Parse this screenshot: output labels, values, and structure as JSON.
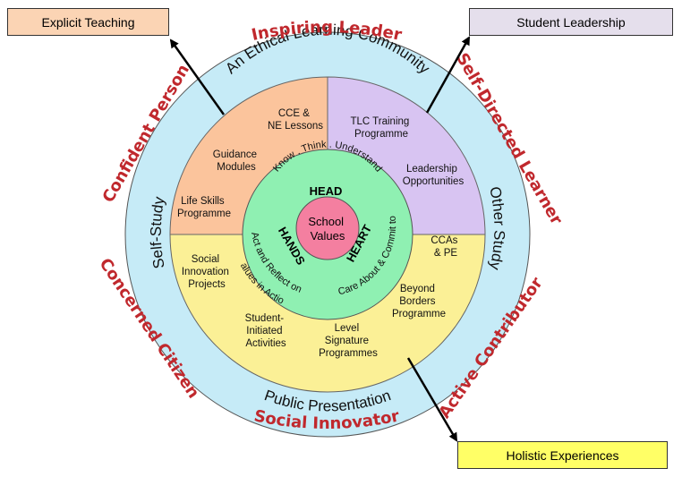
{
  "corner_boxes": {
    "top_left": "Explicit Teaching",
    "top_right": "Student  Leadership",
    "bottom_right": "Holistic Experiences"
  },
  "outcomes": {
    "top": "Inspiring Leader",
    "top_right": "Self-Directed Learner",
    "bottom_right": "Active Contributor",
    "bottom": "Social Innovator",
    "bottom_left": "Concerned Citizen",
    "top_left": "Confident Person"
  },
  "outer_ring": {
    "top": "An Ethical Learning Community",
    "left": "Self-Study",
    "right": "Other Study",
    "bottom": "Public Presentation"
  },
  "quadrants": {
    "orange": [
      [
        "CCE &",
        "NE Lessons"
      ],
      [
        "Guidance",
        "Modules"
      ],
      [
        "Life Skills",
        "Programme"
      ]
    ],
    "purple": [
      [
        "TLC Training",
        "Programme"
      ],
      [
        "Leadership",
        "Opportunities"
      ]
    ],
    "yellow": [
      [
        "CCAs",
        "& PE"
      ],
      [
        "Social",
        "Innovation",
        "Projects"
      ],
      [
        "Beyond",
        "Borders",
        "Programme"
      ],
      [
        "Student-",
        "Initiated",
        "Activities"
      ],
      [
        "Level",
        "Signature",
        "Programmes"
      ]
    ]
  },
  "inner_ring": {
    "head": "HEAD",
    "hands": "HANDS",
    "heart": "HEART",
    "know": "Know . Think . Understand",
    "act": "Act and Reflect on",
    "values_in_action": "Values in Action",
    "care": "Care About & Commit to"
  },
  "center": [
    "School",
    "Values"
  ],
  "colors": {
    "outer_ring": "#c6ebf7",
    "orange": "#fbc49c",
    "purple": "#d8c4f2",
    "yellow": "#fbf096",
    "green": "#8ff0b2",
    "pink": "#f47fa0",
    "red_text": "#c0282d"
  }
}
